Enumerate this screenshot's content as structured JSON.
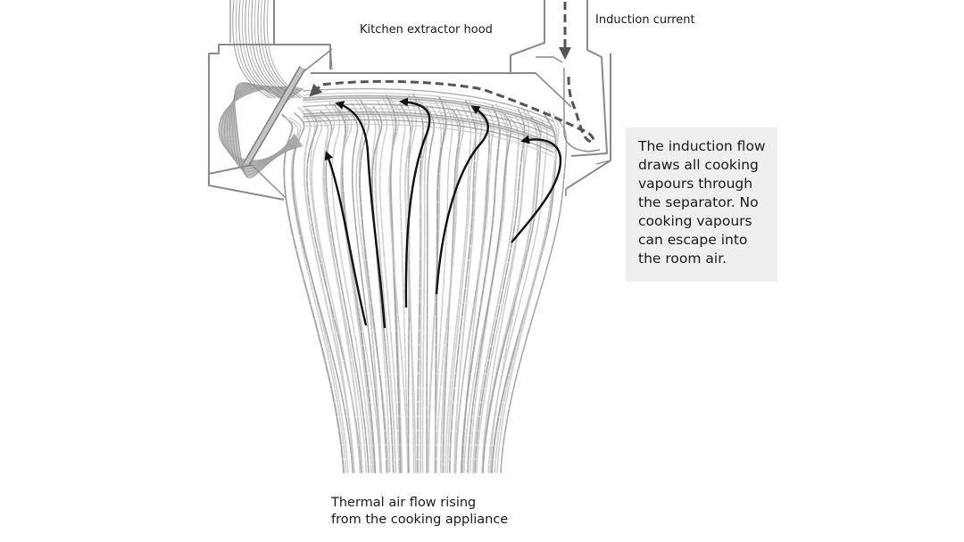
{
  "labels": {
    "hood": "Kitchen extractor hood",
    "induction": "Induction current",
    "thermal_line1": "Thermal air flow rising",
    "thermal_line2": "from the cooking appliance"
  },
  "note": {
    "text": "The induction flow draws all cooking vapours through the separator. No cooking vapours can escape into the room air."
  },
  "colors": {
    "hood_outline": "#8a8a8a",
    "streamline_light": "#c8c8c8",
    "streamline_dark": "#9a9a9a",
    "flow_arrow": "#111111",
    "induction_arrow": "#555555",
    "separator": "#b5b5b5",
    "note_background": "#efefef"
  }
}
